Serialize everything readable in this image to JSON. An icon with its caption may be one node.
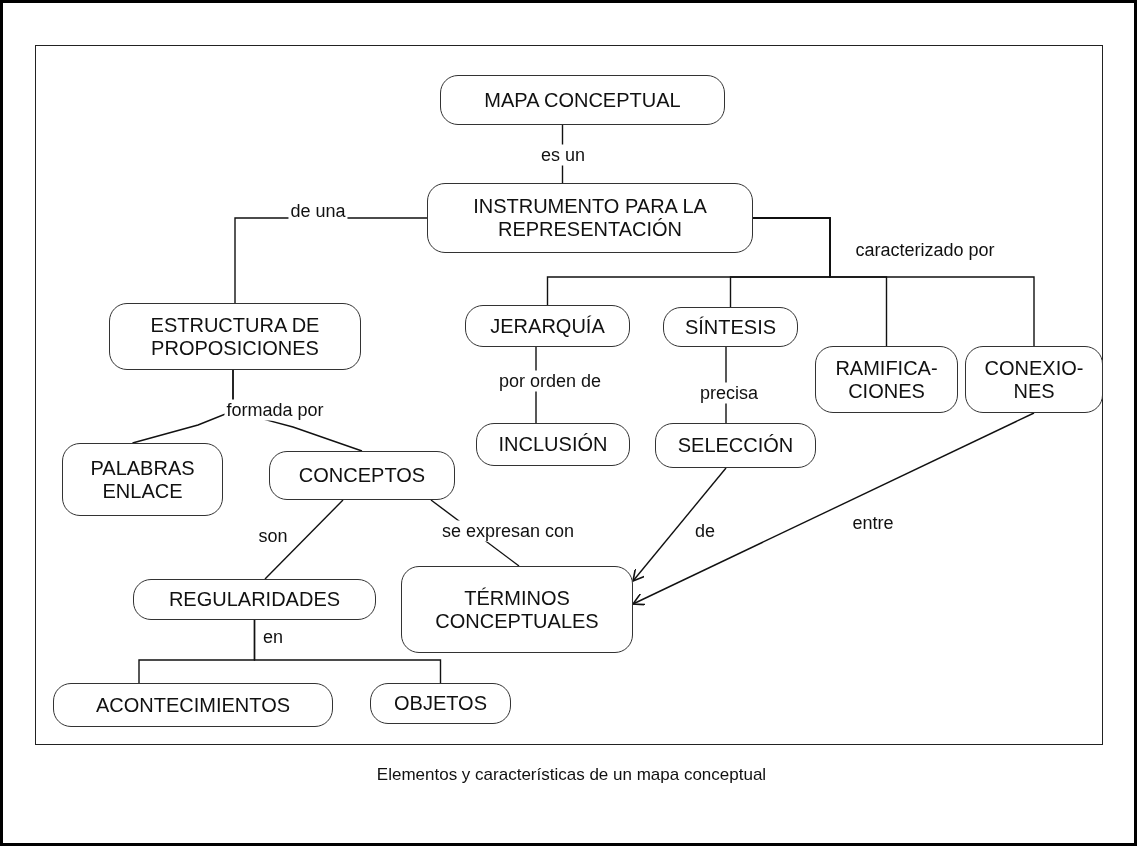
{
  "diagram": {
    "caption": "Elementos y características de un mapa conceptual",
    "nodes": [
      {
        "text": [
          "MAPA CONCEPTUAL"
        ]
      },
      {
        "text": [
          "INSTRUMENTO PARA LA REPRESENTACIÓN"
        ]
      },
      {
        "text": [
          "ESTRUCTURA DE PROPOSICIONES"
        ]
      },
      {
        "text": [
          "JERARQUÍA"
        ]
      },
      {
        "text": [
          "SÍNTESIS"
        ]
      },
      {
        "text": [
          "RAMIFICA- CIONES"
        ]
      },
      {
        "text": [
          "CONEXIO- NES"
        ]
      },
      {
        "text": [
          "INCLUSIÓN"
        ]
      },
      {
        "text": [
          "SELECCIÓN"
        ]
      },
      {
        "text": [
          "PALABRAS ENLACE"
        ]
      },
      {
        "text": [
          "CONCEPTOS"
        ]
      },
      {
        "text": [
          "REGULARIDADES"
        ]
      },
      {
        "text": [
          "TÉRMINOS CONCEPTUALES"
        ]
      },
      {
        "text": [
          "ACONTECIMIENTOS"
        ]
      },
      {
        "text": [
          "OBJETOS"
        ]
      }
    ],
    "edges": [
      {
        "from": 0,
        "to": 1,
        "arrow": "none",
        "label": "es un"
      },
      {
        "from": 1,
        "to": 2,
        "arrow": "none",
        "label": "de una"
      },
      {
        "from": 1,
        "to": 3,
        "arrow": "none",
        "label": "caracterizado por"
      },
      {
        "from": 1,
        "to": 4,
        "arrow": "none"
      },
      {
        "from": 1,
        "to": 5,
        "arrow": "none"
      },
      {
        "from": 1,
        "to": 6,
        "arrow": "none"
      },
      {
        "from": 2,
        "to": 9,
        "arrow": "none",
        "label": "formada por"
      },
      {
        "from": 2,
        "to": 10,
        "arrow": "none"
      },
      {
        "from": 3,
        "to": 7,
        "arrow": "none",
        "label": "por orden de"
      },
      {
        "from": 4,
        "to": 8,
        "arrow": "none",
        "label": "precisa"
      },
      {
        "from": 10,
        "to": 11,
        "arrow": "none",
        "label": "son"
      },
      {
        "from": 10,
        "to": 12,
        "arrow": "none",
        "label": "se expresan con"
      },
      {
        "from": 8,
        "to": 12,
        "arrow": "to",
        "label": "de"
      },
      {
        "from": 6,
        "to": 12,
        "arrow": "to",
        "label": "entre"
      },
      {
        "from": 11,
        "to": 13,
        "arrow": "none",
        "label": "en"
      },
      {
        "from": 11,
        "to": 14,
        "arrow": "none"
      }
    ]
  }
}
